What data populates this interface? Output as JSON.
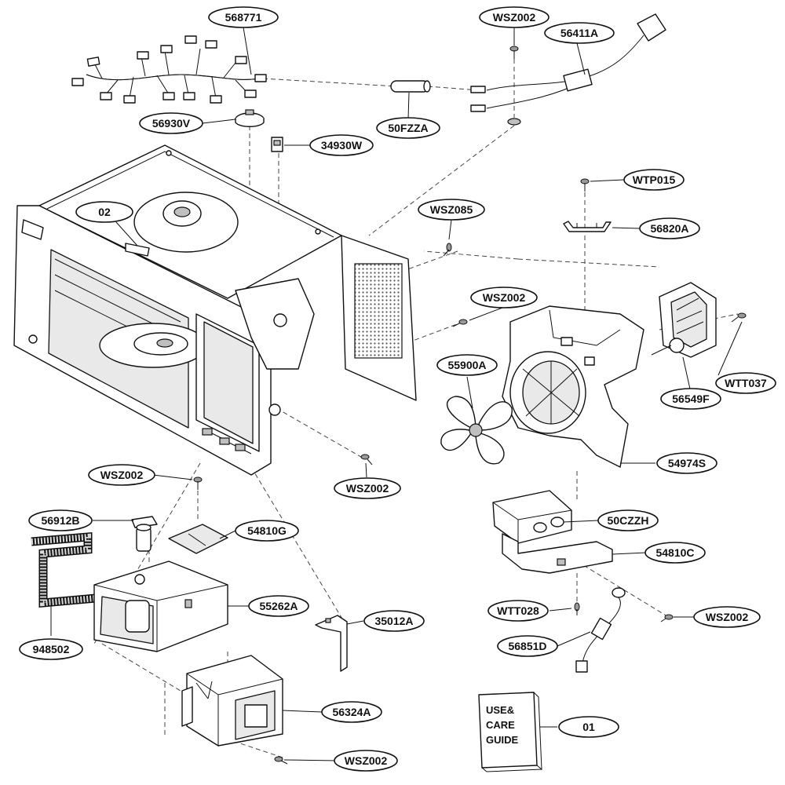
{
  "labels": {
    "harness": "568771",
    "screw_top": "WSZ002",
    "power_cord": "56411A",
    "thermostat": "56930V",
    "fuse": "50FZZA",
    "switch_small": "34930W",
    "cavity": "02",
    "screw_085": "WSZ085",
    "screw_wtp": "WTP015",
    "bracket_top": "56820A",
    "screw_mid": "WSZ002",
    "fan_blade": "55900A",
    "motor": "56549F",
    "screw_wtt037": "WTT037",
    "fan_housing": "54974S",
    "screw_center": "WSZ002",
    "screw_left": "WSZ002",
    "hv_diode": "56912B",
    "insulator": "54810G",
    "transformer": "55262A",
    "capacitor": "50CZZH",
    "cap_bracket": "54810C",
    "gasket": "948502",
    "clip": "35012A",
    "screw_wtt028": "WTT028",
    "screw_right": "WSZ002",
    "ground_wire": "56851D",
    "magnetron": "56324A",
    "screw_bottom": "WSZ002",
    "manual_ref": "01"
  },
  "manual": {
    "line1": "USE&",
    "line2": "CARE",
    "line3": "GUIDE"
  },
  "colors": {
    "ink": "#111111",
    "paper": "#ffffff"
  }
}
